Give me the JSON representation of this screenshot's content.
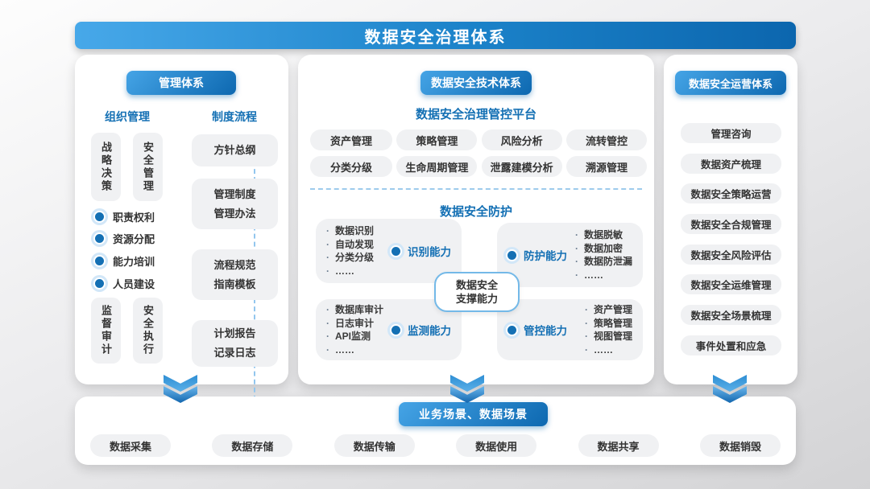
{
  "title": "数据安全治理体系",
  "left_panel": {
    "header": "管理体系",
    "org_heading": "组织管理",
    "org_top_boxes": [
      "战略决策",
      "安全管理"
    ],
    "org_bullets": [
      "职责权利",
      "资源分配",
      "能力培训",
      "人员建设"
    ],
    "org_bottom_boxes": [
      "监督审计",
      "安全执行"
    ],
    "process_heading": "制度流程",
    "process_boxes": [
      [
        "方针总纲"
      ],
      [
        "管理制度",
        "管理办法"
      ],
      [
        "流程规范",
        "指南模板"
      ],
      [
        "计划报告",
        "记录日志"
      ]
    ]
  },
  "middle_panel": {
    "header": "数据安全技术体系",
    "platform_title": "数据安全治理管控平台",
    "platform_pills": [
      [
        "资产管理",
        "策略管理",
        "风险分析",
        "流转管控"
      ],
      [
        "分类分级",
        "生命周期管理",
        "泄露建模分析",
        "溯源管理"
      ]
    ],
    "protection_title": "数据安全防护",
    "capabilities": [
      {
        "label": "识别能力",
        "items": [
          "数据识别",
          "自动发现",
          "分类分级",
          "……"
        ]
      },
      {
        "label": "防护能力",
        "items": [
          "数据脱敏",
          "数据加密",
          "数据防泄漏",
          "……"
        ]
      },
      {
        "label": "监测能力",
        "items": [
          "数据库审计",
          "日志审计",
          "API监测",
          "……"
        ]
      },
      {
        "label": "管控能力",
        "items": [
          "资产管理",
          "策略管理",
          "视图管理",
          "……"
        ]
      }
    ],
    "support_label_line1": "数据安全",
    "support_label_line2": "支撑能力"
  },
  "right_panel": {
    "header": "数据安全运营体系",
    "items": [
      "管理咨询",
      "数据资产梳理",
      "数据安全策略运营",
      "数据安全合规管理",
      "数据安全风险评估",
      "数据安全运维管理",
      "数据安全场景梳理",
      "事件处置和应急"
    ]
  },
  "bottom_panel": {
    "header": "业务场景、数据场景",
    "items": [
      "数据采集",
      "数据存储",
      "数据传输",
      "数据使用",
      "数据共享",
      "数据销毁"
    ]
  },
  "colors": {
    "banner_gradient_start": "#47a8e9",
    "banner_gradient_end": "#0c66ae",
    "button_gradient_start": "#45a4e6",
    "button_gradient_end": "#0d68b0",
    "accent_blue": "#1470b4",
    "pill_bg": "#f0f1f3",
    "support_border": "#74b9e8"
  }
}
